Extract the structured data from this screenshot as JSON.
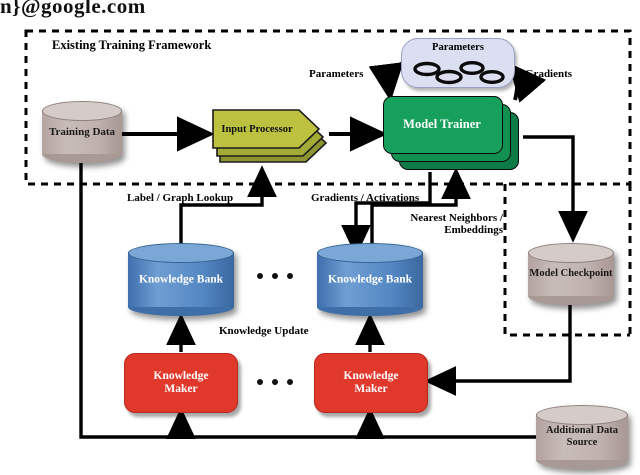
{
  "page": {
    "header_fragment": "n}@google.com",
    "background": "#ffffff"
  },
  "frames": {
    "existing_framework": {
      "label": "Existing Training Framework",
      "style": "dashed"
    },
    "checkpoint_frame": {
      "label": "",
      "style": "dashed"
    }
  },
  "nodes": {
    "training_data": {
      "label": "Training\nData",
      "shape": "cylinder",
      "color": "#bfb1ae"
    },
    "input_processor": {
      "label": "Input Processor",
      "shape": "stacked-chevron",
      "color": "#b6bd3b"
    },
    "model_trainer": {
      "label": "Model Trainer",
      "shape": "stacked-rounded-rect",
      "color": "#16a05b"
    },
    "parameters_store": {
      "label": "Parameters",
      "shape": "rounded-rect",
      "color": "#dcdff1"
    },
    "knowledge_bank_1": {
      "label": "Knowledge\nBank",
      "shape": "cylinder",
      "color": "#5286c2"
    },
    "knowledge_bank_n": {
      "label": "Knowledge\nBank",
      "shape": "cylinder",
      "color": "#5286c2"
    },
    "knowledge_maker_1": {
      "label": "Knowledge\nMaker",
      "shape": "rounded-rect",
      "color": "#e0392c"
    },
    "knowledge_maker_n": {
      "label": "Knowledge\nMaker",
      "shape": "rounded-rect",
      "color": "#e0392c"
    },
    "model_checkpoint": {
      "label": "Model\nCheckpoint",
      "shape": "cylinder",
      "color": "#bfb1ae"
    },
    "additional_data": {
      "label": "Additional\nData Source",
      "shape": "cylinder",
      "color": "#bfb1ae"
    }
  },
  "edge_labels": {
    "parameters_in": "Parameters",
    "gradients_out": "Gradients",
    "label_graph_lookup": "Label / Graph Lookup",
    "gradients_activations": "Gradients / Activations",
    "nearest_neighbors": "Nearest Neighbors /\nEmbeddings",
    "knowledge_update": "Knowledge Update"
  },
  "ellipsis": {
    "count": 3,
    "label": "..."
  },
  "colors": {
    "green": "#16a05b",
    "red": "#e0392c",
    "blue": "#5286c2",
    "olive": "#b6bd3b",
    "taupe": "#bfb1ae",
    "lavender": "#dcdff1",
    "stroke": "#000000"
  }
}
